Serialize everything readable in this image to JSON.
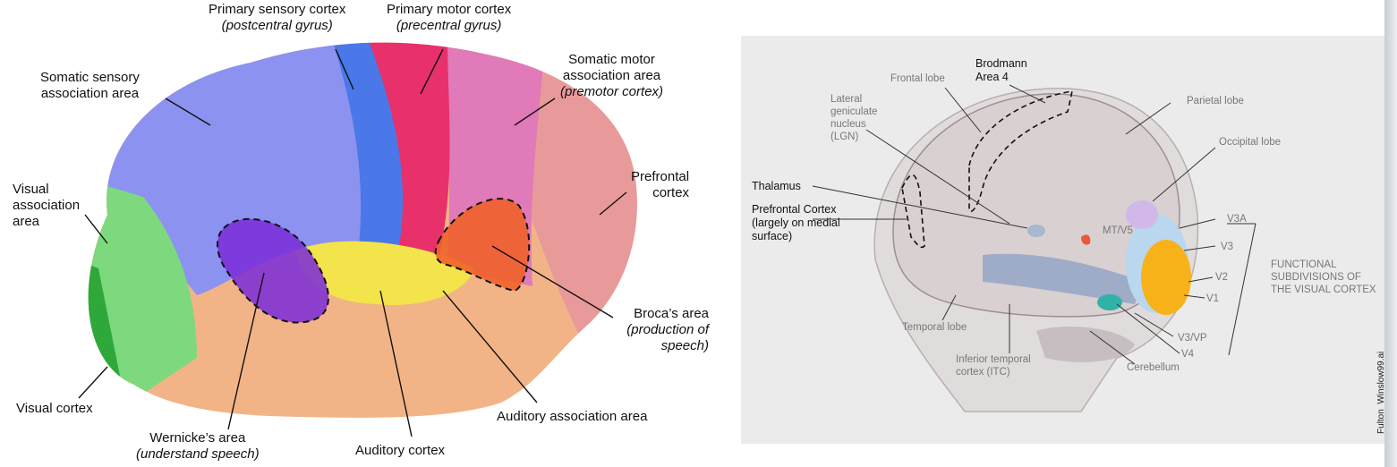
{
  "left_diagram": {
    "labels": {
      "primary_sensory": {
        "line1": "Primary sensory cortex",
        "line2": "(postcentral gyrus)"
      },
      "primary_motor": {
        "line1": "Primary motor cortex",
        "line2": "(precentral gyrus)"
      },
      "somatic_sensory_assoc": {
        "line1": "Somatic sensory",
        "line2": "association area"
      },
      "somatic_motor_assoc": {
        "line1": "Somatic motor",
        "line2": "association area",
        "line3": "(premotor cortex)"
      },
      "prefrontal": {
        "line1": "Prefrontal",
        "line2": "cortex"
      },
      "visual_assoc": {
        "line1": "Visual",
        "line2": "association",
        "line3": "area"
      },
      "brocas": {
        "line1": "Broca’s area",
        "line2": "(production of",
        "line3": "speech)"
      },
      "visual_cortex": {
        "line1": "Visual cortex"
      },
      "auditory_assoc": {
        "line1": "Auditory association area"
      },
      "wernickes": {
        "line1": "Wernicke’s area",
        "line2": "(understand speech)"
      },
      "auditory_cortex": {
        "line1": "Auditory cortex"
      }
    },
    "region_colors": {
      "sensory_assoc": "#8c92f0",
      "primary_sensory": "#4a78e8",
      "primary_motor": "#e8306a",
      "motor_assoc": "#e07ab8",
      "prefrontal": "#e89a9a",
      "visual_assoc": "#7ed87e",
      "visual_cortex": "#2fa83a",
      "temporal": "#f2b487",
      "auditory": "#f2e44a",
      "wernicke": "#7a2ad8",
      "broca": "#f0622a"
    }
  },
  "right_diagram": {
    "labels": {
      "brodmann": {
        "line1": "Brodmann",
        "line2": "Area 4"
      },
      "frontal_lobe": "Frontal lobe",
      "lgn": {
        "line1": "Lateral",
        "line2": "geniculate",
        "line3": "nucleus",
        "line4": "(LGN)"
      },
      "parietal_lobe": "Parietal lobe",
      "occipital_lobe": "Occipital lobe",
      "thalamus": "Thalamus",
      "prefrontal_cortex": {
        "line1": "Prefrontal Cortex",
        "line2": "(largely on medial",
        "line3": "surface)"
      },
      "mt_v5": "MT/V5",
      "v3a": "V3A",
      "v3": "V3",
      "v2": "V2",
      "v1": "V1",
      "v3vp": "V3/VP",
      "v4": "V4",
      "functional": {
        "line1": "FUNCTIONAL",
        "line2": "SUBDIVISIONS OF",
        "line3": "THE VISUAL CORTEX"
      },
      "temporal_lobe": "Temporal lobe",
      "itc": {
        "line1": "Inferior temporal",
        "line2": "cortex (ITC)"
      },
      "cerebellum": "Cerebellum"
    },
    "credit": "Fulton_Winslow99.ai"
  }
}
